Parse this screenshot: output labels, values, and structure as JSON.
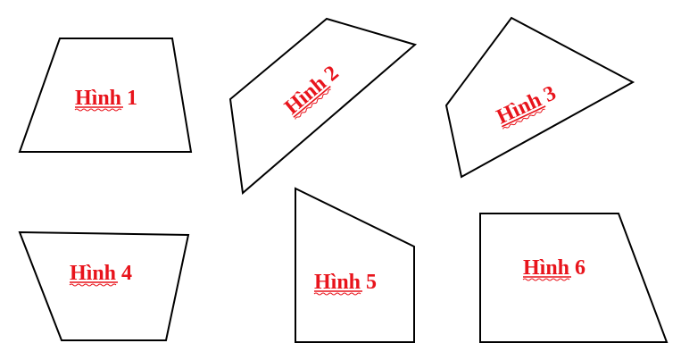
{
  "colors": {
    "outline": "#000000",
    "label": "#e8141c"
  },
  "figures": [
    {
      "word": "Hình",
      "number": "1"
    },
    {
      "word": "Hình",
      "number": "2"
    },
    {
      "word": "Hình",
      "number": "3"
    },
    {
      "word": "Hình",
      "number": "4"
    },
    {
      "word": "Hình",
      "number": "5"
    },
    {
      "word": "Hình",
      "number": "6"
    }
  ]
}
